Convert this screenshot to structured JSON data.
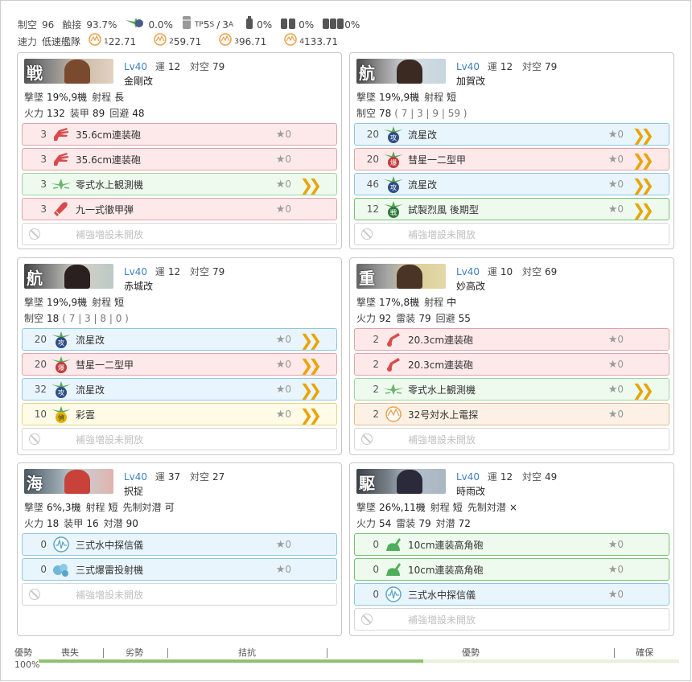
{
  "summary": {
    "row1": {
      "air_label": "制空",
      "air_value": "96",
      "contact_label": "触接",
      "contact_value": "93.7%",
      "recon_value": "0.0%",
      "tp_label": "TP",
      "tp_s_value": "5",
      "tp_s_sub": "S",
      "tp_sep": "/",
      "tp_a_value": "3",
      "tp_a_sub": "A",
      "drum1_value": "0%",
      "drum2_value": "0%",
      "drum3_value": "0%"
    },
    "row2": {
      "speed_label": "速力",
      "speed_value": "低速艦隊",
      "los": [
        {
          "sub": "1",
          "value": "22.71"
        },
        {
          "sub": "2",
          "value": "59.71"
        },
        {
          "sub": "3",
          "value": "96.71"
        },
        {
          "sub": "4",
          "value": "133.71"
        }
      ]
    }
  },
  "labels": {
    "level": "Lv",
    "luck": "運",
    "aa": "対空",
    "firepower": "火力",
    "armor": "装甲",
    "evasion": "回避",
    "torpedo": "雷装",
    "asw": "対潜",
    "air": "制空",
    "intercept": "撃墜",
    "range": "射程",
    "preemptive_asw": "先制対潜",
    "empty_slot": "補強増設未開放",
    "star": "★"
  },
  "ships": [
    {
      "kanji": "戦",
      "level": "40",
      "luck": "12",
      "aa": "79",
      "name": "金剛改",
      "intercept": "19%,9機",
      "range": "長",
      "stats": [
        {
          "k": "火力",
          "v": "132"
        },
        {
          "k": "装甲",
          "v": "89"
        },
        {
          "k": "回避",
          "v": "48"
        }
      ],
      "slots": [
        {
          "count": "3",
          "name": "35.6cm連装砲",
          "star": "0",
          "color": "red",
          "icon": "large-gun-icon",
          "prof": false
        },
        {
          "count": "3",
          "name": "35.6cm連装砲",
          "star": "0",
          "color": "red",
          "icon": "large-gun-icon",
          "prof": false
        },
        {
          "count": "3",
          "name": "零式水上観測機",
          "star": "0",
          "color": "green",
          "icon": "seaplane-icon",
          "prof": true
        },
        {
          "count": "3",
          "name": "九一式徹甲弾",
          "star": "0",
          "color": "red",
          "icon": "ap-shell-icon",
          "prof": false
        }
      ]
    },
    {
      "kanji": "航",
      "level": "40",
      "luck": "12",
      "aa": "79",
      "name": "加賀改",
      "intercept": "19%,9機",
      "range": "短",
      "air_value": "78",
      "air_detail": "( 7 | 3 | 9 | 59 )",
      "slots": [
        {
          "count": "20",
          "name": "流星改",
          "star": "0",
          "color": "blue",
          "icon": "torpedo-bomber-icon",
          "prof": true
        },
        {
          "count": "20",
          "name": "彗星一二型甲",
          "star": "0",
          "color": "red",
          "icon": "dive-bomber-icon",
          "prof": true
        },
        {
          "count": "46",
          "name": "流星改",
          "star": "0",
          "color": "blue",
          "icon": "torpedo-bomber-icon",
          "prof": true
        },
        {
          "count": "12",
          "name": "試製烈風 後期型",
          "star": "0",
          "color": "dgreen",
          "icon": "fighter-icon",
          "prof": true
        }
      ]
    },
    {
      "kanji": "航",
      "level": "40",
      "luck": "12",
      "aa": "79",
      "name": "赤城改",
      "intercept": "19%,9機",
      "range": "短",
      "air_value": "18",
      "air_detail": "( 7 | 3 | 8 | 0 )",
      "slots": [
        {
          "count": "20",
          "name": "流星改",
          "star": "0",
          "color": "blue",
          "icon": "torpedo-bomber-icon",
          "prof": true
        },
        {
          "count": "20",
          "name": "彗星一二型甲",
          "star": "0",
          "color": "red",
          "icon": "dive-bomber-icon",
          "prof": true
        },
        {
          "count": "32",
          "name": "流星改",
          "star": "0",
          "color": "blue",
          "icon": "torpedo-bomber-icon",
          "prof": true
        },
        {
          "count": "10",
          "name": "彩雲",
          "star": "0",
          "color": "yellow",
          "icon": "recon-plane-icon",
          "prof": true
        }
      ]
    },
    {
      "kanji": "重",
      "level": "40",
      "luck": "10",
      "aa": "69",
      "name": "妙高改",
      "intercept": "17%,8機",
      "range": "中",
      "stats": [
        {
          "k": "火力",
          "v": "92"
        },
        {
          "k": "雷装",
          "v": "79"
        },
        {
          "k": "回避",
          "v": "55"
        }
      ],
      "slots": [
        {
          "count": "2",
          "name": "20.3cm連装砲",
          "star": "0",
          "color": "red",
          "icon": "medium-gun-icon",
          "prof": false
        },
        {
          "count": "2",
          "name": "20.3cm連装砲",
          "star": "0",
          "color": "red",
          "icon": "medium-gun-icon",
          "prof": false
        },
        {
          "count": "2",
          "name": "零式水上観測機",
          "star": "0",
          "color": "green",
          "icon": "seaplane-icon",
          "prof": true
        },
        {
          "count": "2",
          "name": "32号対水上電探",
          "star": "0",
          "color": "orange",
          "icon": "radar-icon",
          "prof": false
        }
      ]
    },
    {
      "kanji": "海",
      "level": "40",
      "luck": "37",
      "aa": "27",
      "name": "択捉",
      "intercept": "6%,3機",
      "range": "短",
      "preemptive_value": "可",
      "stats": [
        {
          "k": "火力",
          "v": "18"
        },
        {
          "k": "装甲",
          "v": "16"
        },
        {
          "k": "対潜",
          "v": "90"
        }
      ],
      "slots": [
        {
          "count": "0",
          "name": "三式水中探信儀",
          "star": "0",
          "color": "blue",
          "icon": "sonar-icon",
          "prof": false
        },
        {
          "count": "0",
          "name": "三式爆雷投射機",
          "star": "0",
          "color": "blue",
          "icon": "depth-charge-icon",
          "prof": false
        }
      ]
    },
    {
      "kanji": "駆",
      "level": "40",
      "luck": "12",
      "aa": "49",
      "name": "時雨改",
      "intercept": "26%,11機",
      "range": "短",
      "preemptive_value": "×",
      "stats": [
        {
          "k": "火力",
          "v": "54"
        },
        {
          "k": "雷装",
          "v": "79"
        },
        {
          "k": "対潜",
          "v": "72"
        }
      ],
      "slots": [
        {
          "count": "0",
          "name": "10cm連装高角砲",
          "star": "0",
          "color": "dgreen",
          "icon": "aa-gun-icon",
          "prof": false
        },
        {
          "count": "0",
          "name": "10cm連装高角砲",
          "star": "0",
          "color": "dgreen",
          "icon": "aa-gun-icon",
          "prof": false
        },
        {
          "count": "0",
          "name": "三式水中探信儀",
          "star": "0",
          "color": "blue",
          "icon": "sonar-icon",
          "prof": false
        }
      ]
    }
  ],
  "air_bar": {
    "label": "優勢",
    "percent": "100%",
    "segments": [
      "喪失",
      "劣勢",
      "拮抗",
      "優勢",
      "確保"
    ],
    "fill_fraction": 0.6
  }
}
